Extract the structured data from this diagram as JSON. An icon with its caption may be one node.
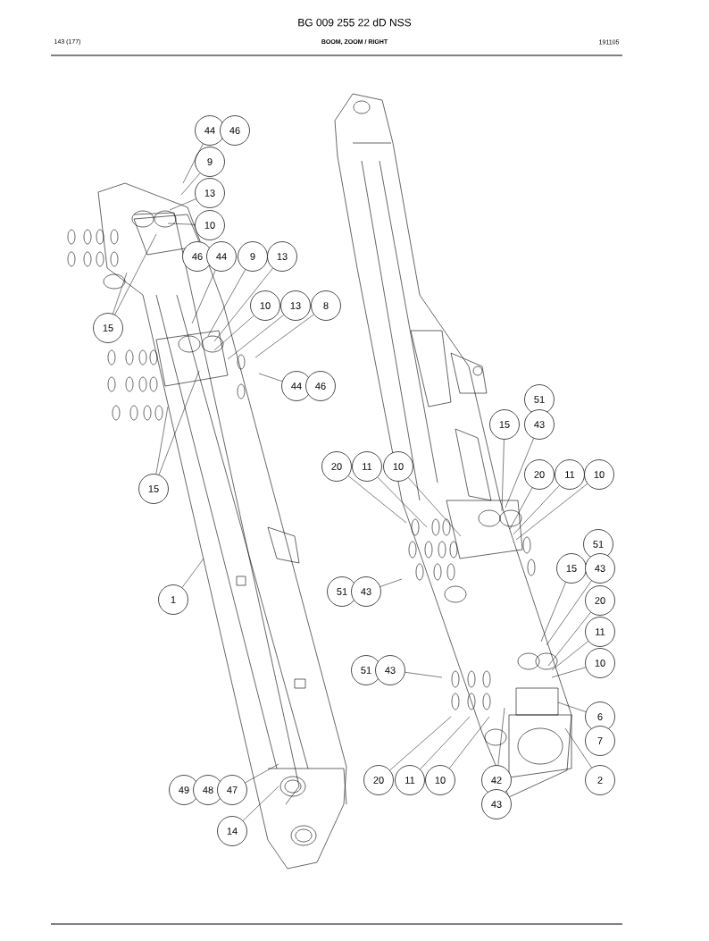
{
  "diagram": {
    "title": "BG 009 255 22 dD NSS",
    "labels": [
      "143 (177)",
      "BOOM, ZOOM / RIGHT",
      "191105"
    ],
    "nodes": [
      {
        "text": [
          "44"
        ]
      },
      {
        "text": [
          "46"
        ]
      },
      {
        "text": [
          "9"
        ]
      },
      {
        "text": [
          "13"
        ]
      },
      {
        "text": [
          "10"
        ]
      },
      {
        "text": [
          "46"
        ]
      },
      {
        "text": [
          "44"
        ]
      },
      {
        "text": [
          "9"
        ]
      },
      {
        "text": [
          "13"
        ]
      },
      {
        "text": [
          "10"
        ]
      },
      {
        "text": [
          "13"
        ]
      },
      {
        "text": [
          "8"
        ]
      },
      {
        "text": [
          "44"
        ]
      },
      {
        "text": [
          "46"
        ]
      },
      {
        "text": [
          "15"
        ]
      },
      {
        "text": [
          "15"
        ]
      },
      {
        "text": [
          "1"
        ]
      },
      {
        "text": [
          "49"
        ]
      },
      {
        "text": [
          "48"
        ]
      },
      {
        "text": [
          "47"
        ]
      },
      {
        "text": [
          "14"
        ]
      },
      {
        "text": [
          "51"
        ]
      },
      {
        "text": [
          "15"
        ]
      },
      {
        "text": [
          "43"
        ]
      },
      {
        "text": [
          "20"
        ]
      },
      {
        "text": [
          "11"
        ]
      },
      {
        "text": [
          "10"
        ]
      },
      {
        "text": [
          "20"
        ]
      },
      {
        "text": [
          "11"
        ]
      },
      {
        "text": [
          "10"
        ]
      },
      {
        "text": [
          "51"
        ]
      },
      {
        "text": [
          "15"
        ]
      },
      {
        "text": [
          "43"
        ]
      },
      {
        "text": [
          "51"
        ]
      },
      {
        "text": [
          "43"
        ]
      },
      {
        "text": [
          "20"
        ]
      },
      {
        "text": [
          "11"
        ]
      },
      {
        "text": [
          "10"
        ]
      },
      {
        "text": [
          "51"
        ]
      },
      {
        "text": [
          "43"
        ]
      },
      {
        "text": [
          "6"
        ]
      },
      {
        "text": [
          "7"
        ]
      },
      {
        "text": [
          "2"
        ]
      },
      {
        "text": [
          "20"
        ]
      },
      {
        "text": [
          "11"
        ]
      },
      {
        "text": [
          "10"
        ]
      },
      {
        "text": [
          "42"
        ]
      },
      {
        "text": [
          "43"
        ]
      }
    ],
    "edges": [
      {
        "from": 0,
        "to": null,
        "arrow": "none"
      },
      {
        "from": 2,
        "to": null,
        "arrow": "none"
      },
      {
        "from": 3,
        "to": null,
        "arrow": "none"
      },
      {
        "from": 4,
        "to": null,
        "arrow": "none"
      },
      {
        "from": 6,
        "to": null,
        "arrow": "none"
      },
      {
        "from": 7,
        "to": null,
        "arrow": "none"
      },
      {
        "from": 8,
        "to": null,
        "arrow": "none"
      },
      {
        "from": 9,
        "to": null,
        "arrow": "none"
      },
      {
        "from": 10,
        "to": null,
        "arrow": "none"
      },
      {
        "from": 11,
        "to": null,
        "arrow": "none"
      },
      {
        "from": 12,
        "to": null,
        "arrow": "none"
      },
      {
        "from": 14,
        "to": null,
        "arrow": "none"
      },
      {
        "from": 14,
        "to": null,
        "arrow": "none"
      },
      {
        "from": 15,
        "to": null,
        "arrow": "none"
      },
      {
        "from": 15,
        "to": null,
        "arrow": "none"
      },
      {
        "from": 16,
        "to": null,
        "arrow": "none"
      },
      {
        "from": 19,
        "to": null,
        "arrow": "none"
      },
      {
        "from": 20,
        "to": null,
        "arrow": "none"
      },
      {
        "from": 22,
        "to": null,
        "arrow": "none"
      },
      {
        "from": 23,
        "to": null,
        "arrow": "none"
      },
      {
        "from": 24,
        "to": null,
        "arrow": "none"
      },
      {
        "from": 25,
        "to": null,
        "arrow": "none"
      },
      {
        "from": 26,
        "to": null,
        "arrow": "none"
      },
      {
        "from": 27,
        "to": null,
        "arrow": "none"
      },
      {
        "from": 28,
        "to": null,
        "arrow": "none"
      },
      {
        "from": 29,
        "to": null,
        "arrow": "none"
      },
      {
        "from": 31,
        "to": null,
        "arrow": "none"
      },
      {
        "from": 32,
        "to": null,
        "arrow": "none"
      },
      {
        "from": 34,
        "to": null,
        "arrow": "none"
      },
      {
        "from": 35,
        "to": null,
        "arrow": "none"
      },
      {
        "from": 36,
        "to": null,
        "arrow": "none"
      },
      {
        "from": 37,
        "to": null,
        "arrow": "none"
      },
      {
        "from": 39,
        "to": null,
        "arrow": "none"
      },
      {
        "from": 40,
        "to": null,
        "arrow": "none"
      },
      {
        "from": 42,
        "to": null,
        "arrow": "none"
      },
      {
        "from": 43,
        "to": null,
        "arrow": "none"
      },
      {
        "from": 44,
        "to": null,
        "arrow": "none"
      },
      {
        "from": 45,
        "to": null,
        "arrow": "none"
      },
      {
        "from": 46,
        "to": null,
        "arrow": "none"
      }
    ]
  }
}
